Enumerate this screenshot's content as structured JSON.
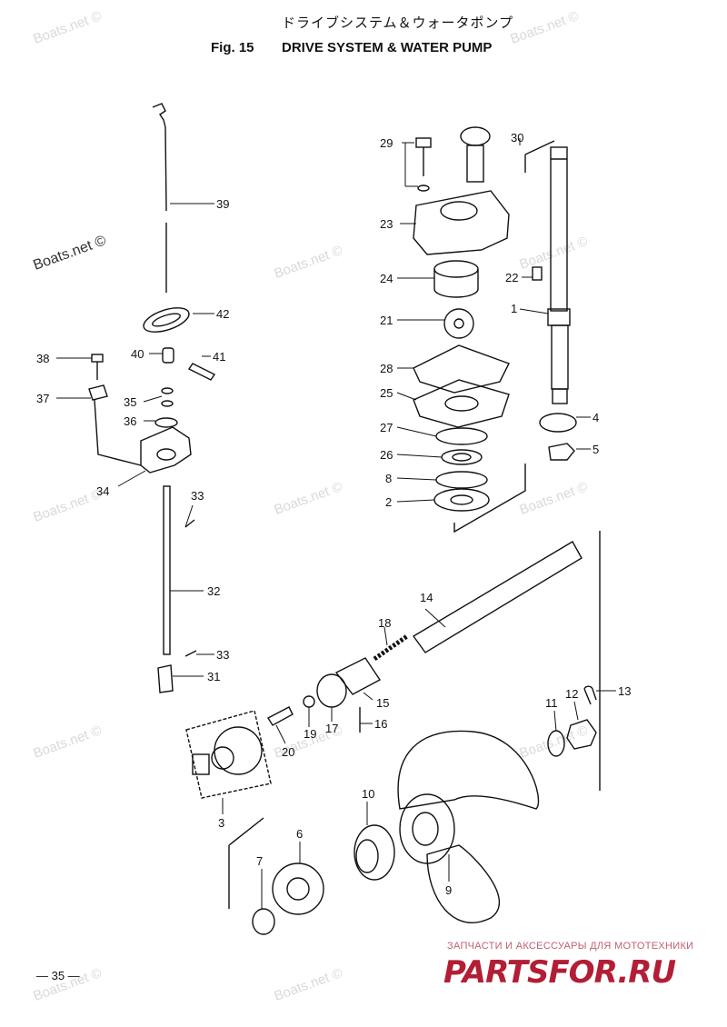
{
  "header": {
    "title_jp": "ドライブシステム＆ウォータポンプ",
    "fig_label": "Fig. 15",
    "title_en": "DRIVE SYSTEM & WATER PUMP"
  },
  "watermark": "Boats.net ©",
  "page_number": "— 35 —",
  "brand": {
    "tagline": "ЗАПЧАСТИ И АКСЕССУАРЫ ДЛЯ МОТОТЕХНИКИ",
    "logo": "PARTSFOR.RU",
    "logo_color": "#b21e35"
  },
  "callouts": [
    "29",
    "30",
    "23",
    "22",
    "24",
    "1",
    "21",
    "28",
    "25",
    "4",
    "27",
    "26",
    "5",
    "8",
    "2",
    "39",
    "42",
    "40",
    "41",
    "38",
    "37",
    "35",
    "36",
    "34",
    "33",
    "32",
    "33",
    "31",
    "14",
    "18",
    "15",
    "17",
    "19",
    "16",
    "20",
    "3",
    "13",
    "12",
    "11",
    "10",
    "6",
    "7",
    "9"
  ]
}
